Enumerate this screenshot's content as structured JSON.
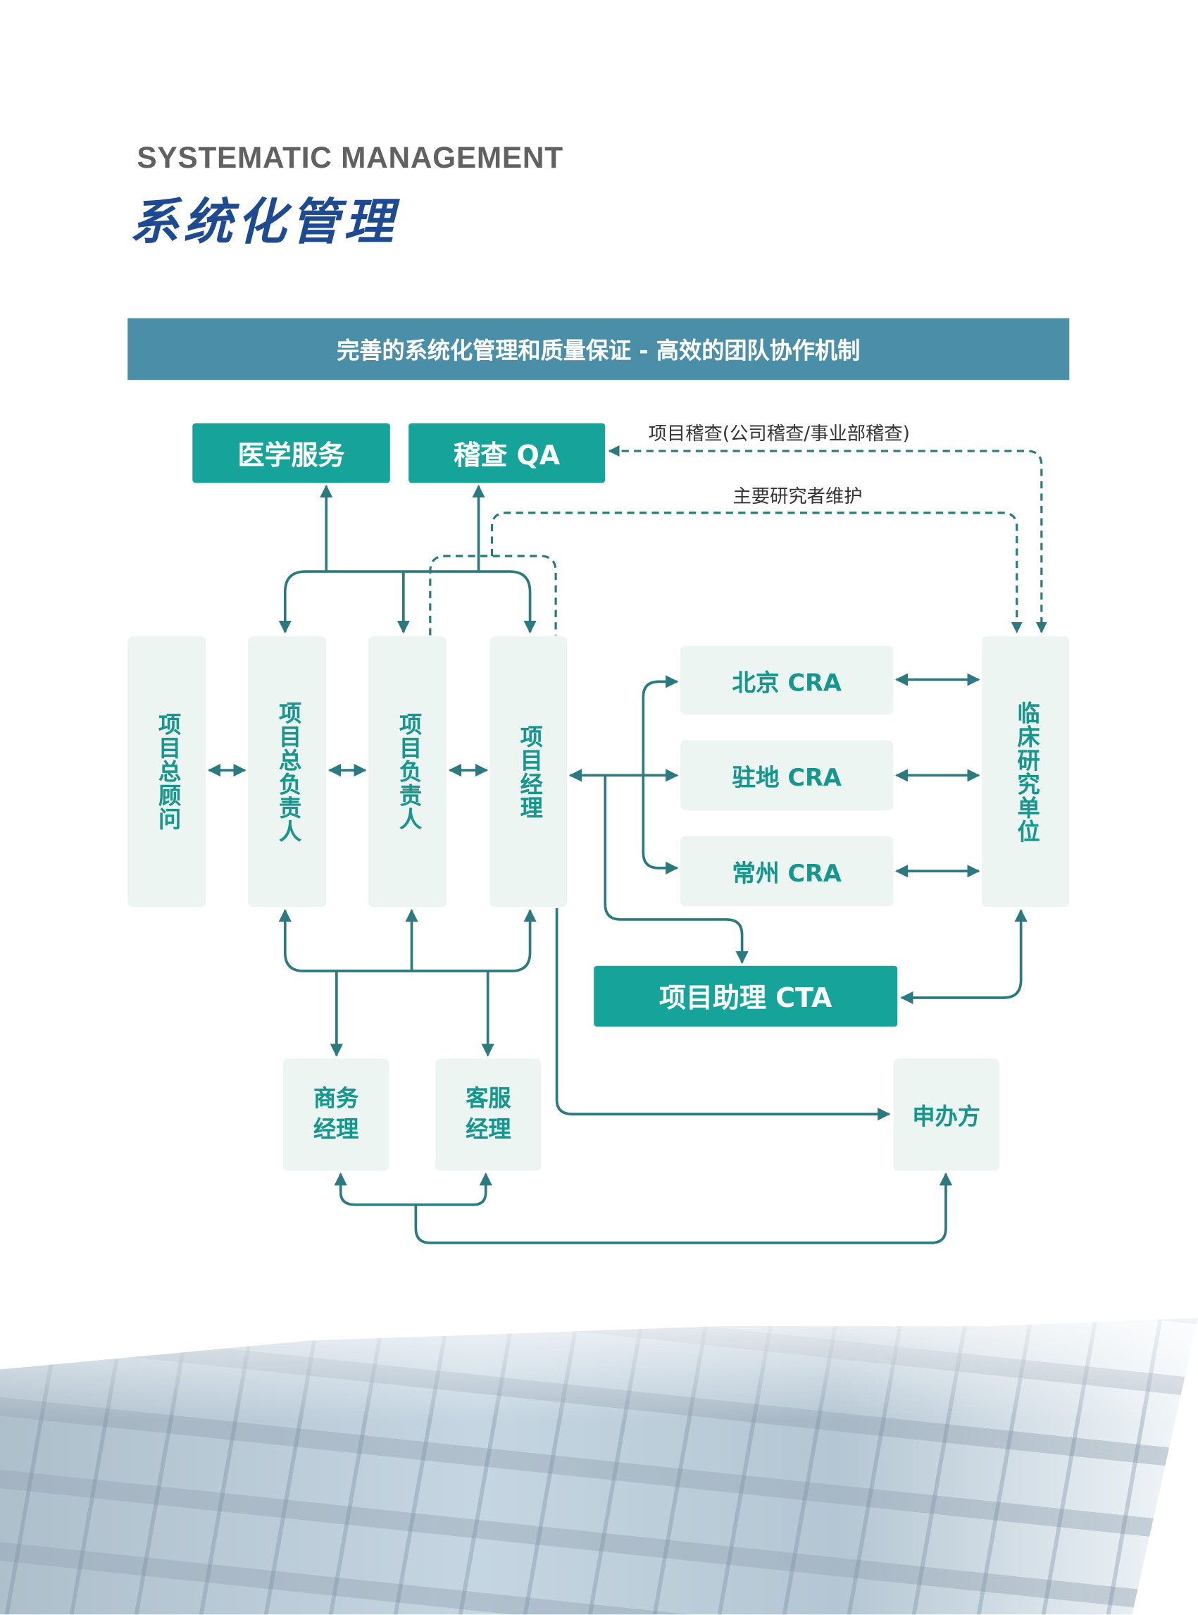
{
  "header": {
    "subtitle_en": "SYSTEMATIC MANAGEMENT",
    "title_cn": "系统化管理"
  },
  "banner": {
    "text": "完善的系统化管理和质量保证 - 高效的团队协作机制"
  },
  "diagram": {
    "top_boxes": {
      "medical": "医学服务",
      "qa": "稽查 QA"
    },
    "notes": {
      "audit": "项目稽查(公司稽查/事业部稽查)",
      "investigator": "主要研究者维护"
    },
    "roles": {
      "advisor": "项目总顾问",
      "general_lead": "项目总负责人",
      "lead": "项目负责人",
      "manager": "项目经理"
    },
    "cra": {
      "beijing": "北京 CRA",
      "local": "驻地 CRA",
      "changzhou": "常州 CRA"
    },
    "site": "临床研究单位",
    "cta": "项目助理 CTA",
    "bottom": {
      "business": "商务经理",
      "service": "客服经理",
      "sponsor": "申办方"
    }
  },
  "colors": {
    "teal": "#15a39a",
    "banner": "#4a8ea7",
    "line": "#2a7a80",
    "title_blue": "#1d4a91"
  }
}
